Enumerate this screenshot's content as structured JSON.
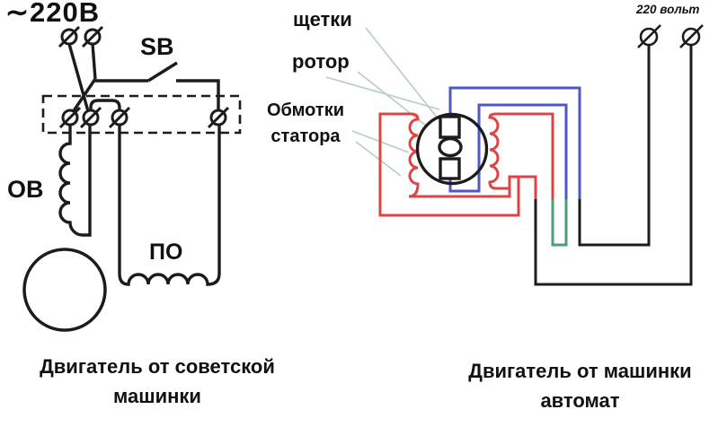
{
  "left_diagram": {
    "voltage_label": "∼220В",
    "switch_label": "SB",
    "field_winding_label": "ОВ",
    "start_winding_label": "ПО",
    "caption": "Двигатель от советской машинки"
  },
  "annotations": {
    "brushes_label": "щетки",
    "rotor_label": "ротор",
    "stator_windings_label": "Обмотки статора"
  },
  "right_diagram": {
    "voltage_label": "220 вольт",
    "caption": "Двигатель от машинки автомат"
  },
  "colors": {
    "wire_black": "#1c1c1c",
    "wire_red": "#dd4444",
    "wire_blue": "#5156c9",
    "wire_green": "#4a9f78",
    "leader": "#b7cdc2"
  }
}
